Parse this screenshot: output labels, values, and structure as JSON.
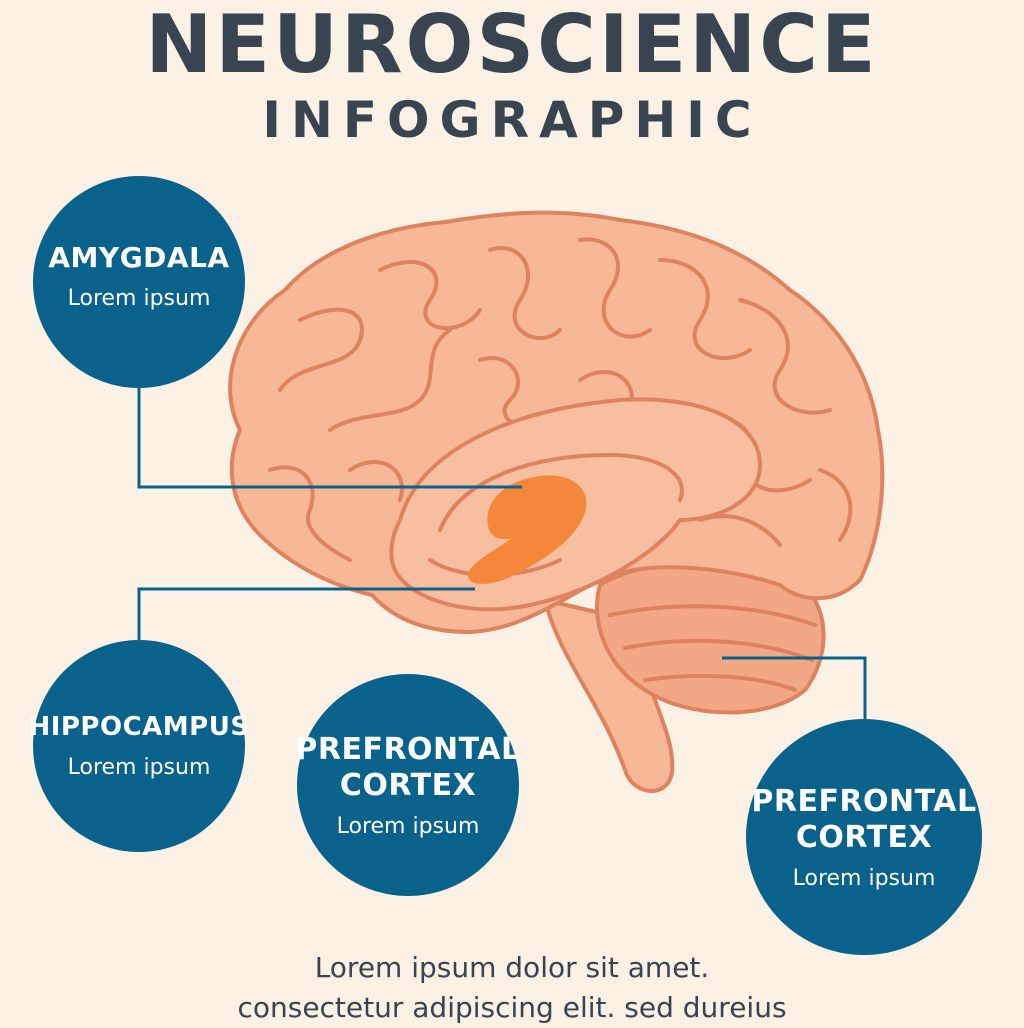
{
  "header": {
    "title": "NEUROSCIENCE",
    "subtitle": "INFOGRAPHIC"
  },
  "colors": {
    "background": "#fcf1e5",
    "title": "#38444f",
    "callout_fill": "#08628c",
    "brain_fill": "#f6b896",
    "brain_stroke": "#de8260",
    "highlight": "#f5873a"
  },
  "callouts": [
    {
      "name": "AMYGDALA",
      "description": "Lorem ipsum"
    },
    {
      "name": "HIPPOCAMPUS",
      "description": "Lorem ipsum"
    },
    {
      "name": "PREFRONTAL\nCORTEX",
      "description": "Lorem ipsum"
    },
    {
      "name": "PREFRONTAL\nCORTEX",
      "description": "Lorem ipsum"
    }
  ],
  "footer": {
    "line1": "Lorem ipsum dolor sit amet.",
    "line2": "consectetur adipiscing elit. sed dureius"
  }
}
